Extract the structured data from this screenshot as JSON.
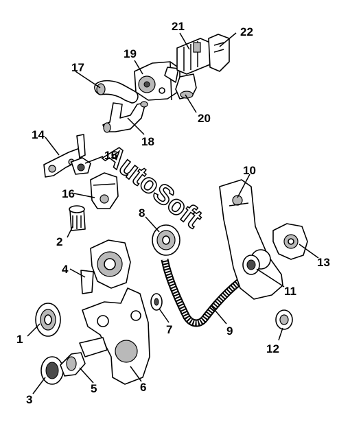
{
  "watermark": "AutoSoft",
  "callouts": [
    "1",
    "2",
    "3",
    "4",
    "5",
    "6",
    "7",
    "8",
    "9",
    "10",
    "11",
    "12",
    "13",
    "14",
    "15",
    "16",
    "17",
    "18",
    "19",
    "20",
    "21",
    "22"
  ],
  "colors": {
    "ink": "#000000",
    "paper": "#ffffff",
    "shade": "#b9b9b9"
  }
}
